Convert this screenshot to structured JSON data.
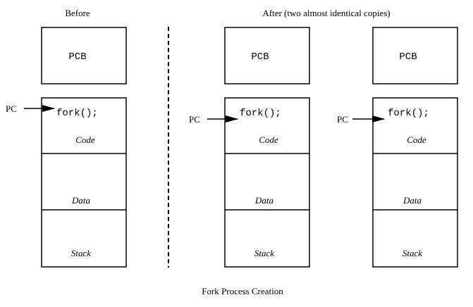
{
  "labels": {
    "before": "Before",
    "after": "After (two almost identical copies)",
    "caption": "Fork Process Creation"
  },
  "process_blocks": [
    {
      "pcb": "PCB",
      "instruction": "fork();",
      "code": "Code",
      "data": "Data",
      "stack": "Stack",
      "pc": "PC"
    },
    {
      "pcb": "PCB",
      "instruction": "fork();",
      "code": "Code",
      "data": "Data",
      "stack": "Stack",
      "pc": "PC"
    },
    {
      "pcb": "PCB",
      "instruction": "fork();",
      "code": "Code",
      "data": "Data",
      "stack": "Stack",
      "pc": "PC"
    }
  ]
}
